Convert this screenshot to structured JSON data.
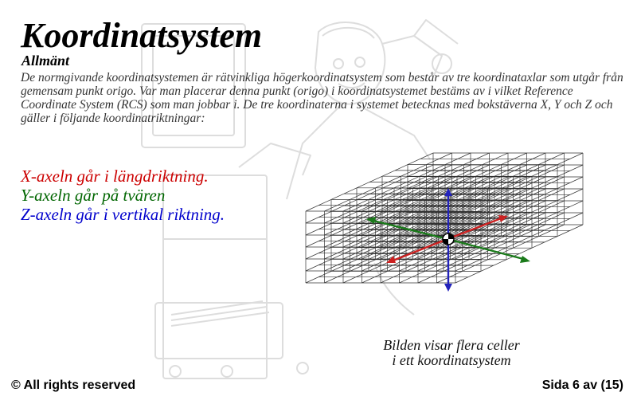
{
  "slide": {
    "title": "Koordinatsystem",
    "subtitle": "Allmänt",
    "intro": "De normgivande koordinatsystemen är rätvinkliga högerkoordinatsystem som består av tre koordinataxlar som utgår från gemensam punkt origo. Var man placerar denna punkt (origo) i koordinatsystemet bestäms av i vilket Reference Coordinate System (RCS) som man jobbar i. De tre koordinaterna i systemet betecknas med bokstäverna X, Y och Z och gäller i följande koordinatriktningar:"
  },
  "axes": [
    {
      "text": "X-axeln går i längdriktning.",
      "color": "#cc0000"
    },
    {
      "text": "Y-axeln går på tvären",
      "color": "#006600"
    },
    {
      "text": "Z-axeln går i vertikal riktning.",
      "color": "#0000cc"
    }
  ],
  "figure": {
    "caption_line1": "Bilden visar flera celler",
    "caption_line2": "i ett koordinatsystem",
    "x_axis_color": "#cc2222",
    "y_axis_color": "#1a7a1a",
    "z_axis_color": "#2222bb"
  },
  "footer": {
    "copyright": "© All rights reserved",
    "page": "Sida 6 av (15)"
  }
}
